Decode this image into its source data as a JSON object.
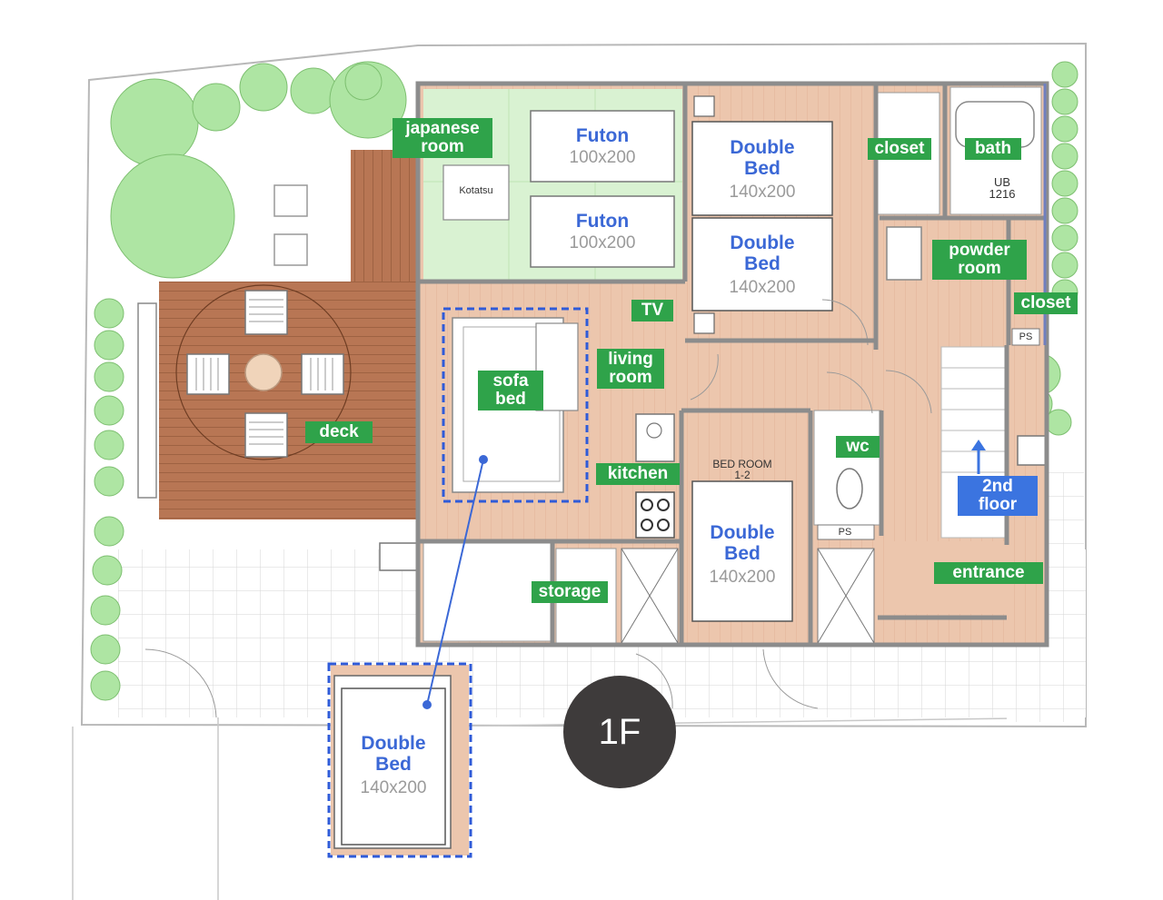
{
  "rooms": {
    "japanese_room": [
      "japanese",
      "room"
    ],
    "closet_1": "closet",
    "bath": "bath",
    "powder_room": [
      "powder",
      "room"
    ],
    "closet_2": "closet",
    "tv": "TV",
    "living_room": [
      "living",
      "room"
    ],
    "sofa_bed": [
      "sofa",
      "bed"
    ],
    "deck": "deck",
    "kitchen": "kitchen",
    "wc": "wc",
    "storage": "storage",
    "entrance": "entrance",
    "second_floor": [
      "2nd",
      "floor"
    ]
  },
  "beds": {
    "futon_1": {
      "title": "Futon",
      "size": "100x200"
    },
    "futon_2": {
      "title": "Futon",
      "size": "100x200"
    },
    "double_1": {
      "title": [
        "Double",
        "Bed"
      ],
      "size": "140x200"
    },
    "double_2": {
      "title": [
        "Double",
        "Bed"
      ],
      "size": "140x200"
    },
    "double_3": {
      "title": [
        "Double",
        "Bed"
      ],
      "size": "140x200"
    },
    "sofa_double": {
      "title": [
        "Double",
        "Bed"
      ],
      "size": "140x200"
    }
  },
  "plan_text": {
    "kotatsu": "Kotatsu",
    "ub": [
      "UB",
      "1216"
    ],
    "bedroom": [
      "BED ROOM",
      "1-2"
    ],
    "ps_1": "PS",
    "ps_2": "PS"
  },
  "floor_badge": "1F",
  "colors": {
    "label_green": "#2fa34a",
    "label_blue": "#3b74e0",
    "bed_text_blue": "#3b68d6",
    "wood_floor": "#ecc6ad",
    "tatami": "#d9f2d2",
    "deck": "#b06b49",
    "tree": "#aee5a3",
    "highlight_dashed": "#2f5bd8",
    "badge": "#3e3b3b"
  },
  "icons": [
    "tree-icon",
    "arrow-up-icon",
    "sink-icon",
    "stove-icon",
    "toilet-icon",
    "bathtub-icon",
    "door-swing-icon"
  ]
}
